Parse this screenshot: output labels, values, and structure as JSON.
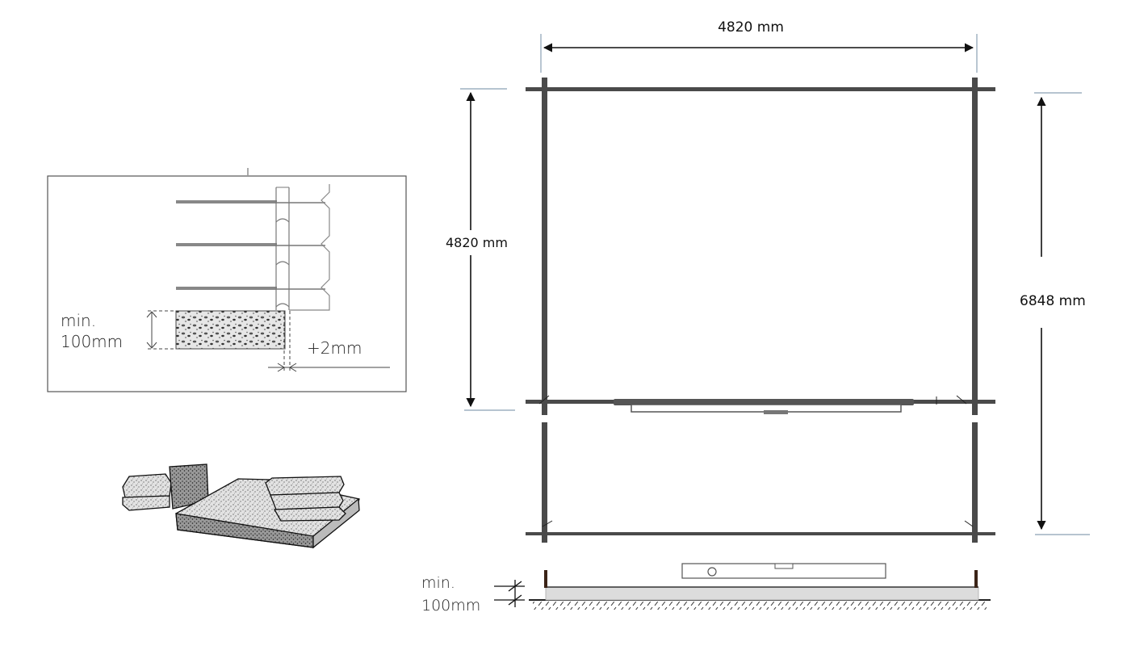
{
  "diagram": {
    "plan": {
      "width_label": "4820 mm",
      "depth_main_label": "4820 mm",
      "depth_total_label": "6848 mm"
    },
    "detail_box": {
      "height_label_line1": "min.",
      "height_label_line2": "100mm",
      "overhang_label": "+2mm"
    },
    "foundation_section": {
      "height_label_line1": "min.",
      "height_label_line2": "100mm"
    },
    "colors": {
      "wall": "#4a4a4a",
      "dim_line": "#111111",
      "extension_line": "#8aa0b4",
      "slab": "#d9d9d9",
      "post": "#3b2417"
    }
  }
}
